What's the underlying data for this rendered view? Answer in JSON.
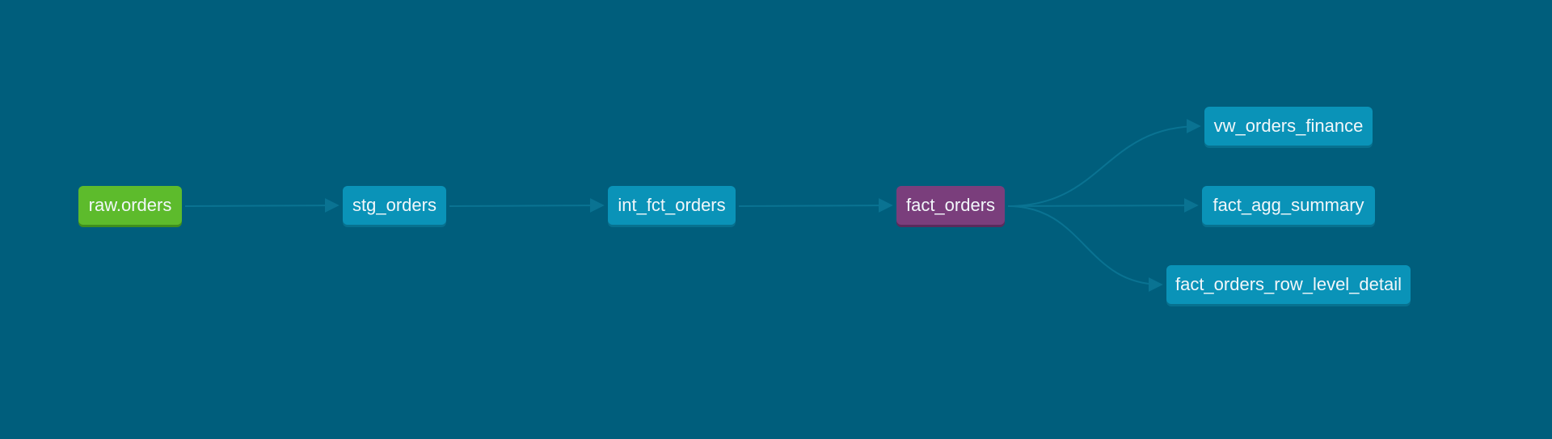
{
  "colors": {
    "background": "#005e7c",
    "source_node": "#5dbb2c",
    "model_node": "#0a93b8",
    "selected_node": "#7a3e7c",
    "edge": "#0a7392"
  },
  "nodes": [
    {
      "id": "raw_orders",
      "label": "raw.orders",
      "kind": "source"
    },
    {
      "id": "stg_orders",
      "label": "stg_orders",
      "kind": "model"
    },
    {
      "id": "int_fct_orders",
      "label": "int_fct_orders",
      "kind": "model"
    },
    {
      "id": "fact_orders",
      "label": "fact_orders",
      "kind": "selected"
    },
    {
      "id": "vw_orders_finance",
      "label": "vw_orders_finance",
      "kind": "model"
    },
    {
      "id": "fact_agg_summary",
      "label": "fact_agg_summary",
      "kind": "model"
    },
    {
      "id": "fact_orders_row_level_detail",
      "label": "fact_orders_row_level_detail",
      "kind": "model"
    }
  ],
  "edges": [
    {
      "from": "raw_orders",
      "to": "stg_orders"
    },
    {
      "from": "stg_orders",
      "to": "int_fct_orders"
    },
    {
      "from": "int_fct_orders",
      "to": "fact_orders"
    },
    {
      "from": "fact_orders",
      "to": "vw_orders_finance"
    },
    {
      "from": "fact_orders",
      "to": "fact_agg_summary"
    },
    {
      "from": "fact_orders",
      "to": "fact_orders_row_level_detail"
    }
  ]
}
